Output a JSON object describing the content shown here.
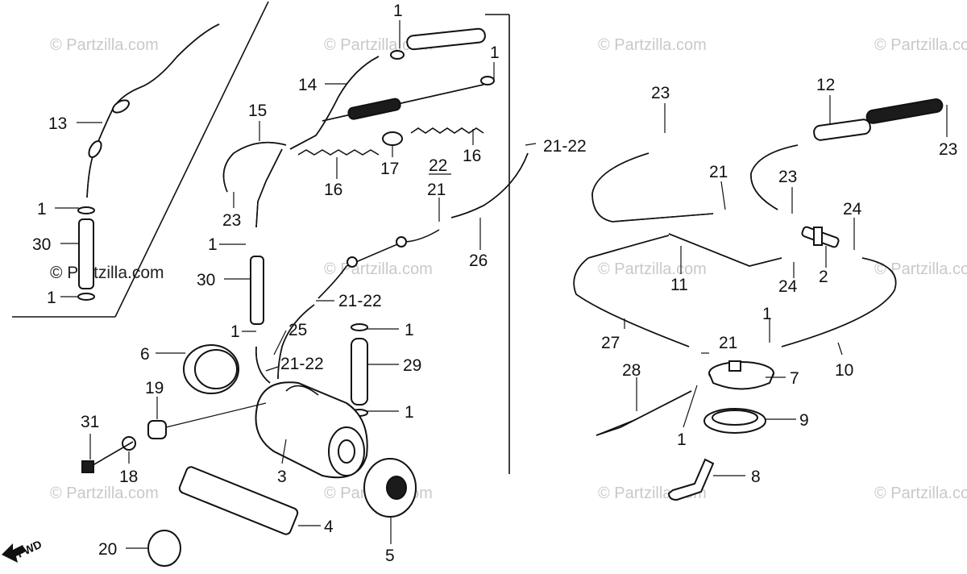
{
  "watermark": "© Partzilla.com",
  "fwd_label": "FWD",
  "callouts": {
    "c1_a": "1",
    "c1_b": "1",
    "c1_c": "1",
    "c1_d": "1",
    "c1_e": "1",
    "c1_f": "1",
    "c1_g": "1",
    "c1_h": "1",
    "c1_i": "1",
    "c1_j": "1",
    "c2": "2",
    "c3": "3",
    "c4": "4",
    "c5": "5",
    "c6": "6",
    "c7": "7",
    "c8": "8",
    "c9": "9",
    "c10": "10",
    "c11": "11",
    "c12": "12",
    "c13": "13",
    "c14": "14",
    "c15": "15",
    "c16_a": "16",
    "c16_b": "16",
    "c17": "17",
    "c18": "18",
    "c19": "19",
    "c20": "20",
    "c21_a": "21",
    "c21_b": "21",
    "c21_c": "21",
    "c22": "22",
    "c2122_a": "21-22",
    "c2122_b": "21-22",
    "c2122_c": "21-22",
    "c23_a": "23",
    "c23_b": "23",
    "c23_c": "23",
    "c23_d": "23",
    "c24_a": "24",
    "c24_b": "24",
    "c25": "25",
    "c26": "26",
    "c27": "27",
    "c28": "28",
    "c29": "29",
    "c30_a": "30",
    "c30_b": "30",
    "c31": "31"
  }
}
